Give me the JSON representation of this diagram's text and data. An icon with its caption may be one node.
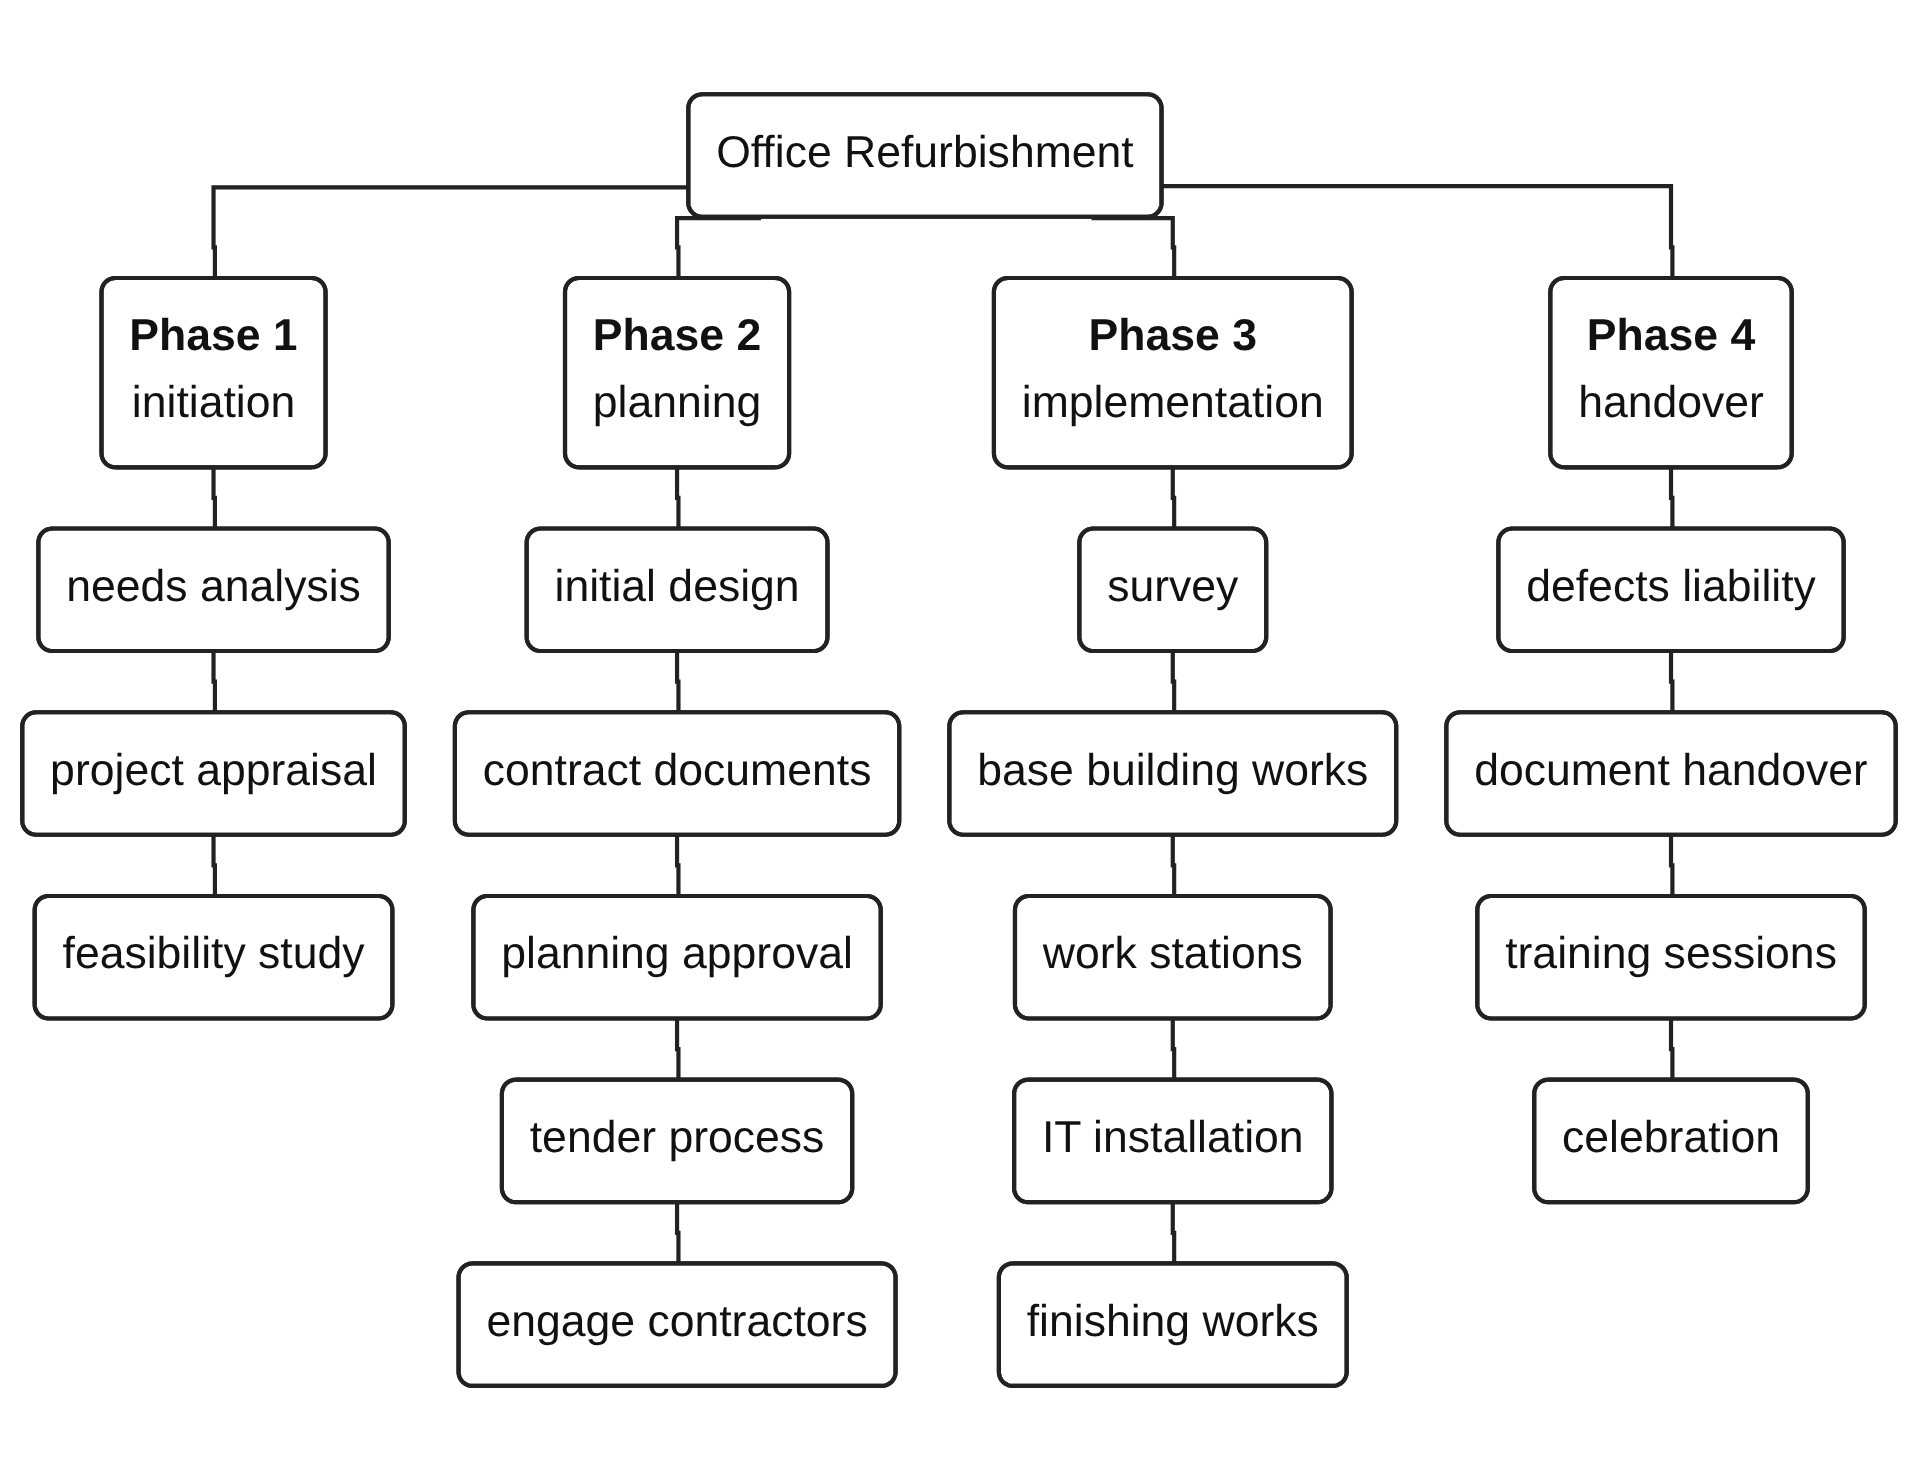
{
  "diagram": {
    "nodes": [
      {
        "text": [
          "Office Refurbishment"
        ]
      },
      {
        "text": [
          "Phase 1",
          "initiation"
        ]
      },
      {
        "text": [
          "Phase 2",
          "planning"
        ]
      },
      {
        "text": [
          "Phase 3",
          "implementation"
        ]
      },
      {
        "text": [
          "Phase 4",
          "handover"
        ]
      },
      {
        "text": [
          "needs analysis"
        ]
      },
      {
        "text": [
          "project appraisal"
        ]
      },
      {
        "text": [
          "feasibility study"
        ]
      },
      {
        "text": [
          "initial design"
        ]
      },
      {
        "text": [
          "contract documents"
        ]
      },
      {
        "text": [
          "planning approval"
        ]
      },
      {
        "text": [
          "tender process"
        ]
      },
      {
        "text": [
          "engage contractors"
        ]
      },
      {
        "text": [
          "survey"
        ]
      },
      {
        "text": [
          "base building works"
        ]
      },
      {
        "text": [
          "work stations"
        ]
      },
      {
        "text": [
          "IT installation"
        ]
      },
      {
        "text": [
          "finishing works"
        ]
      },
      {
        "text": [
          "defects liability"
        ]
      },
      {
        "text": [
          "document handover"
        ]
      },
      {
        "text": [
          "training sessions"
        ]
      },
      {
        "text": [
          "celebration"
        ]
      }
    ],
    "edges": [
      {
        "from": 0,
        "to": 1,
        "arrow": "none"
      },
      {
        "from": 0,
        "to": 2,
        "arrow": "none"
      },
      {
        "from": 0,
        "to": 3,
        "arrow": "none"
      },
      {
        "from": 0,
        "to": 4,
        "arrow": "none"
      },
      {
        "from": 1,
        "to": 5,
        "arrow": "none"
      },
      {
        "from": 5,
        "to": 6,
        "arrow": "none"
      },
      {
        "from": 6,
        "to": 7,
        "arrow": "none"
      },
      {
        "from": 2,
        "to": 8,
        "arrow": "none"
      },
      {
        "from": 8,
        "to": 9,
        "arrow": "none"
      },
      {
        "from": 9,
        "to": 10,
        "arrow": "none"
      },
      {
        "from": 10,
        "to": 11,
        "arrow": "none"
      },
      {
        "from": 11,
        "to": 12,
        "arrow": "none"
      },
      {
        "from": 3,
        "to": 13,
        "arrow": "none"
      },
      {
        "from": 13,
        "to": 14,
        "arrow": "none"
      },
      {
        "from": 14,
        "to": 15,
        "arrow": "none"
      },
      {
        "from": 15,
        "to": 16,
        "arrow": "none"
      },
      {
        "from": 16,
        "to": 17,
        "arrow": "none"
      },
      {
        "from": 4,
        "to": 18,
        "arrow": "none"
      },
      {
        "from": 18,
        "to": 19,
        "arrow": "none"
      },
      {
        "from": 19,
        "to": 20,
        "arrow": "none"
      },
      {
        "from": 20,
        "to": 21,
        "arrow": "none"
      }
    ]
  }
}
